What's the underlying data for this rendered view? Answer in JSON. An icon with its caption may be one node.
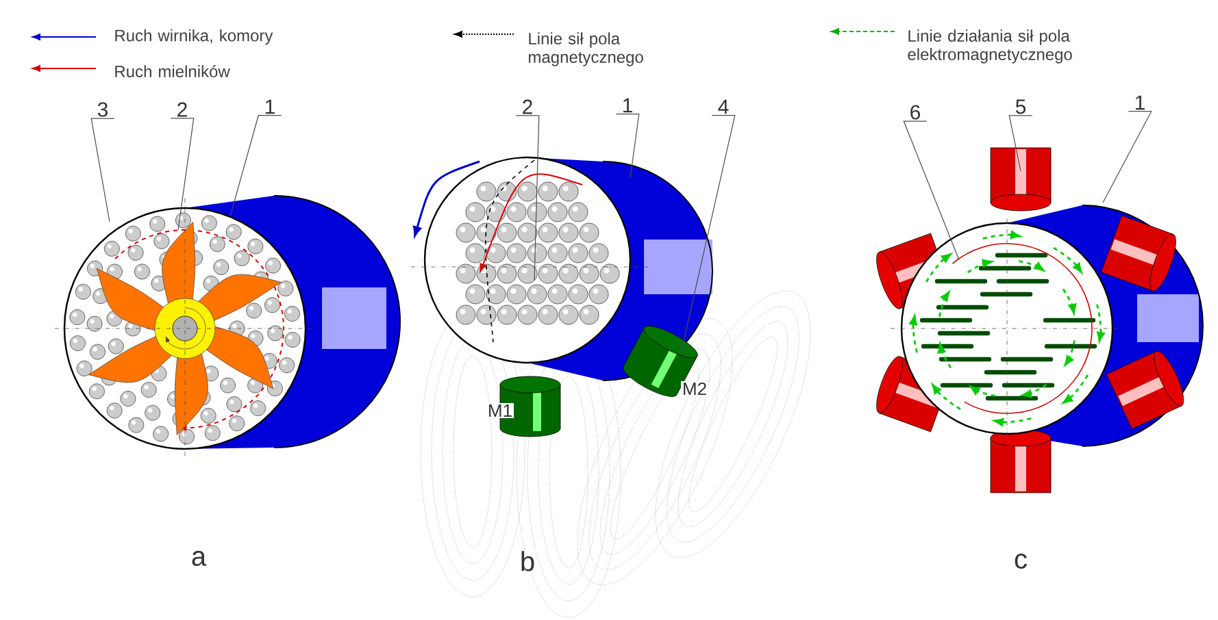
{
  "diagram": {
    "nodes": [
      {
        "text": [
          "3"
        ]
      },
      {
        "text": [
          "2"
        ]
      },
      {
        "text": [
          "1"
        ]
      },
      {
        "text": [
          "2"
        ]
      },
      {
        "text": [
          "1"
        ]
      },
      {
        "text": [
          "4"
        ]
      },
      {
        "text": [
          "6"
        ]
      },
      {
        "text": [
          "5"
        ]
      },
      {
        "text": [
          "1"
        ]
      }
    ],
    "edges": [
      {
        "from": 0,
        "to": null,
        "arrow": "none"
      },
      {
        "from": 1,
        "to": null,
        "arrow": "none"
      },
      {
        "from": 2,
        "to": null,
        "arrow": "none"
      },
      {
        "from": 3,
        "to": null,
        "arrow": "none"
      },
      {
        "from": 4,
        "to": null,
        "arrow": "none"
      },
      {
        "from": 5,
        "to": null,
        "arrow": "none"
      },
      {
        "from": 6,
        "to": null,
        "arrow": "none"
      },
      {
        "from": 7,
        "to": null,
        "arrow": "none"
      },
      {
        "from": 8,
        "to": null,
        "arrow": "none"
      }
    ],
    "labels": [
      "M1",
      "M2",
      "a",
      "b",
      "c"
    ],
    "legend": [
      {
        "text": "Ruch wirnika, komory"
      },
      {
        "text": "Ruch mielników"
      },
      {
        "text": "Linie sił pola magnetycznego"
      },
      {
        "text": "Linie działania sił pola elektromagnetycznego"
      }
    ]
  }
}
